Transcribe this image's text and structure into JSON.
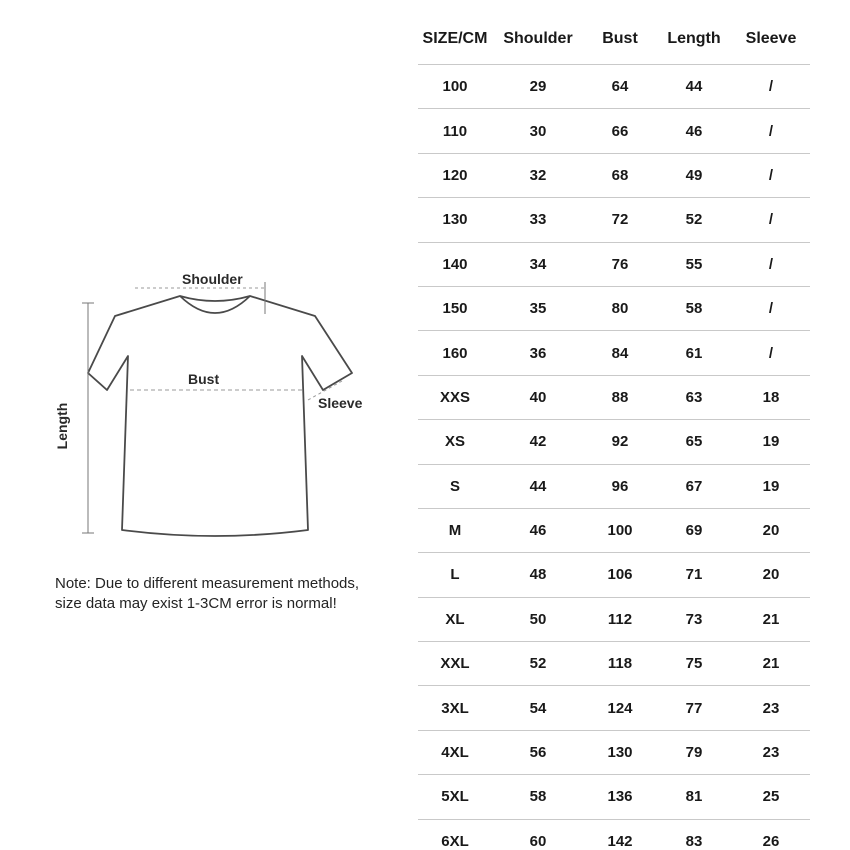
{
  "diagram": {
    "labels": {
      "shoulder": "Shoulder",
      "bust": "Bust",
      "sleeve": "Sleeve",
      "length": "Length"
    },
    "note_line1": "Note: Due to different measurement methods,",
    "note_line2": "size data may exist 1-3CM error is normal!"
  },
  "table": {
    "headers": [
      "SIZE/CM",
      "Shoulder",
      "Bust",
      "Length",
      "Sleeve"
    ],
    "rows": [
      [
        "100",
        "29",
        "64",
        "44",
        "/"
      ],
      [
        "110",
        "30",
        "66",
        "46",
        "/"
      ],
      [
        "120",
        "32",
        "68",
        "49",
        "/"
      ],
      [
        "130",
        "33",
        "72",
        "52",
        "/"
      ],
      [
        "140",
        "34",
        "76",
        "55",
        "/"
      ],
      [
        "150",
        "35",
        "80",
        "58",
        "/"
      ],
      [
        "160",
        "36",
        "84",
        "61",
        "/"
      ],
      [
        "XXS",
        "40",
        "88",
        "63",
        "18"
      ],
      [
        "XS",
        "42",
        "92",
        "65",
        "19"
      ],
      [
        "S",
        "44",
        "96",
        "67",
        "19"
      ],
      [
        "M",
        "46",
        "100",
        "69",
        "20"
      ],
      [
        "L",
        "48",
        "106",
        "71",
        "20"
      ],
      [
        "XL",
        "50",
        "112",
        "73",
        "21"
      ],
      [
        "XXL",
        "52",
        "118",
        "75",
        "21"
      ],
      [
        "3XL",
        "54",
        "124",
        "77",
        "23"
      ],
      [
        "4XL",
        "56",
        "130",
        "79",
        "23"
      ],
      [
        "5XL",
        "58",
        "136",
        "81",
        "25"
      ],
      [
        "6XL",
        "60",
        "142",
        "83",
        "26"
      ]
    ]
  },
  "colors": {
    "text": "#191919",
    "table_line": "#c9c9c9",
    "drawing_stroke": "#4a4a4a"
  }
}
